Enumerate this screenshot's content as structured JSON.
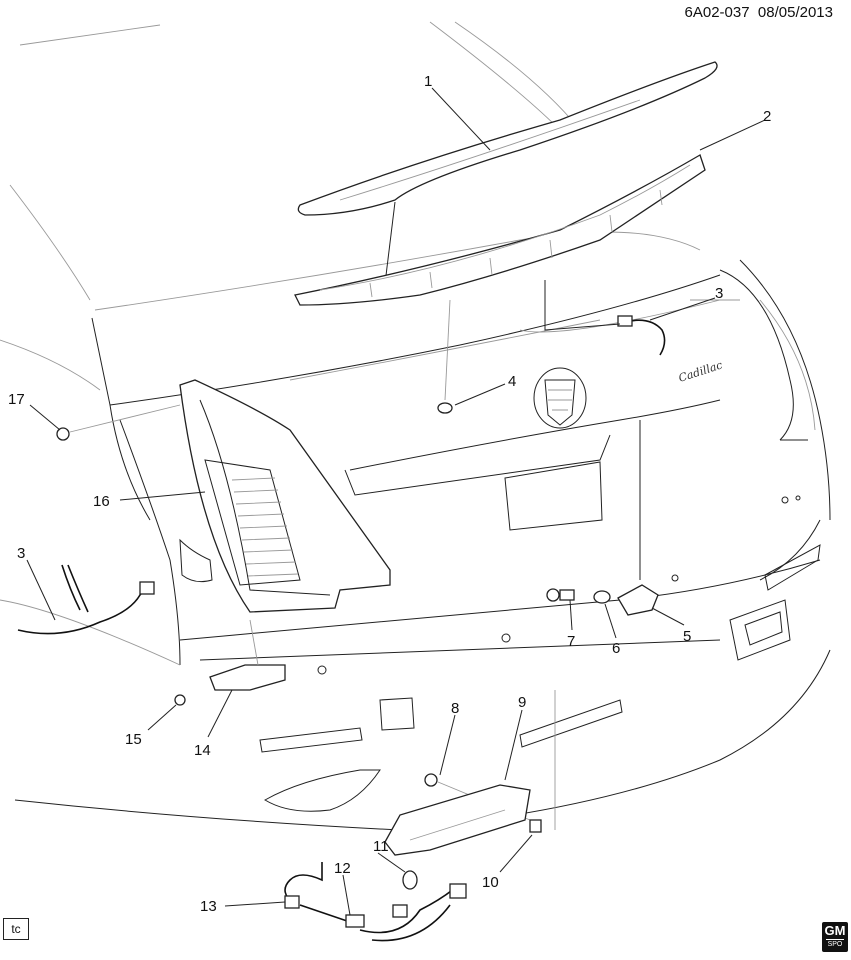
{
  "header": {
    "ref": "6A02-037",
    "date": "08/05/2013"
  },
  "corner_label": "tc",
  "gm_logo": {
    "top": "GM",
    "bottom": "SPO"
  },
  "callouts": [
    {
      "id": "c1",
      "text": "1"
    },
    {
      "id": "c2",
      "text": "2"
    },
    {
      "id": "c3a",
      "text": "3"
    },
    {
      "id": "c4",
      "text": "4"
    },
    {
      "id": "c17",
      "text": "17"
    },
    {
      "id": "c16",
      "text": "16"
    },
    {
      "id": "c3b",
      "text": "3"
    },
    {
      "id": "c7",
      "text": "7"
    },
    {
      "id": "c6",
      "text": "6"
    },
    {
      "id": "c5",
      "text": "5"
    },
    {
      "id": "c8",
      "text": "8"
    },
    {
      "id": "c9",
      "text": "9"
    },
    {
      "id": "c15",
      "text": "15"
    },
    {
      "id": "c14",
      "text": "14"
    },
    {
      "id": "c11",
      "text": "11"
    },
    {
      "id": "c12",
      "text": "12"
    },
    {
      "id": "c10",
      "text": "10"
    },
    {
      "id": "c13",
      "text": "13"
    }
  ],
  "badge_text": "Cadillac"
}
